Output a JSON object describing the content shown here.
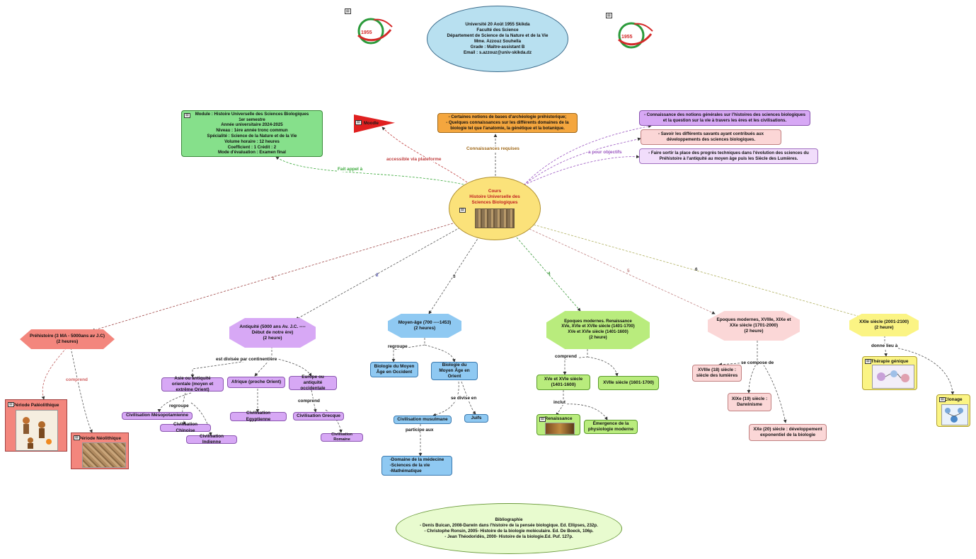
{
  "header": {
    "university": "Université 20 Août 1955 Skikda",
    "faculty": "Faculté des Science",
    "department": "Département de Science de la Nature et de la Vie",
    "teacher": "Mme. Azzouz Souhella",
    "grade": "Grade : Maître-assistant B",
    "email": "Email : s.azzouz@univ-skikda.dz",
    "logo_year": "1955"
  },
  "central": {
    "title": "Cours\nHistoire Universelle des Sciences Biologiques"
  },
  "module_box": "Module : Histoire Universelle des Sciences Biologiques\n1er semestre\nAnnée universitaire 2024-2025\nNiveau : 1ère année tronc commun\nSpécialité : Science de la Nature et de la Vie\nVolume horaire : 12 heures\nCoefficient : 1   Crédit : 2\nMode d'évaluation : Examen final",
  "moodle": "Moodle",
  "prereq": "- Certaines notions de bases d'archéologie préhistorique;\n- Quelques connaissances sur les différents domaines de la biologie tel que l'anatomie, la génétique et la botanique.",
  "objectives": [
    "- Connaissance des notions générales sur l'histoires des sciences biologiques et la question sur la vie à travers les ères et les civilisations.",
    "- Savoir les différents savants ayant contribués aux développements    des sciences biologiques.",
    "- Faire sortir la place des progrès techniques dans l'évolution des sciences du Préhistoire à l'antiquité au moyen âge puis les Siècle des Lumières."
  ],
  "link_labels": {
    "fait_appel": "Fait appel à",
    "accessible": "accessible via plateforme",
    "connaissances": "Connaissances requises",
    "objectifs": "a pour objectifs",
    "comprend": "comprend",
    "divisee": "est divisée par continent/ère",
    "regroupe": "regroupe",
    "comprend2": "comprend",
    "regroupe2": "regroupe",
    "divise_en": "se divise en",
    "participe": "participe aux",
    "comprend3": "comprend",
    "inclut": "inclut",
    "compose": "se compose de",
    "donne_lieu": "donne lieu à"
  },
  "branch_numbers": [
    "1",
    "2",
    "3",
    "4",
    "5",
    "6"
  ],
  "eras": {
    "prehistoire": "Préhistoire (3 MA - 5000ans av J.C)\n(2 heures)",
    "antiquite": "Antiquité (5000 ans Av. J.C. ---- Début  de notre ère)\n(2 heure)",
    "moyen_age": "Moyen-âge (700 ----1453)\n(2 heures)",
    "renaissance": "Epoques modernes. Renaissance\nXVe, XVIe et XVIIe siècle (1401-1700)\nXVe et XVIe siècle (1401-1600)\n(2 heure)",
    "modernes": "Epoques modernes, XVIIIe, XIXe et XXe siècle (1701-2000)\n(2 heure)",
    "xxie": "XXIe siècle (2001-2100)\n(2 heure)"
  },
  "prehistory_children": {
    "paleo": "Période Paléolithique",
    "neo": "Période Néolithique"
  },
  "antiquity_children": {
    "asie": "Asie ou antiquité orientale (moyen et extrême Orient)",
    "afrique": "Afrique (proche Orient)",
    "europe": "Europe ou antiquité occidentale",
    "meso": "Civilisation Mésopotamienne",
    "chinoise": "Civilisation Chinoise",
    "indienne": "Civilisation Indienne",
    "egypt": "Civilisation Egyptienne",
    "grecque": "Civilisation Grecque",
    "romaine": "Civilisation Romaine"
  },
  "middle_age_children": {
    "occident": "Biologie du Moyen Âge en Occident",
    "orient": "Biologie du Moyen Âge en Orient",
    "musulmane": "Civilisation musulmane",
    "juifs": "Juifs",
    "domaines": "-Domaine de la médecine\n-Sciences de la vie\n-Mathématique"
  },
  "renaissance_children": {
    "xv_xvi": "XVe et XVIe siècle (1401-1600)",
    "xvii": "XVIIe siècle (1601-1700)",
    "renaissance": "Renaissance",
    "physiologie": "Émergence de la physiologie moderne"
  },
  "modern_children": {
    "xviii": "XVIIIe (18) siècle : siècle des lumières",
    "xix": "XIXe (19) siècle : Darwinisme",
    "xx": "XXe (20) siècle : développement exponentiel de la biologie"
  },
  "xxi_children": {
    "therapie": "Thérapie génique",
    "clonage": "Clonage"
  },
  "bibliography": "Bibliographie\n- Denis Buican, 2008-Darwin dans l'histoire de la pensée biologique. Ed. Ellipses, 232p.\n- Christophe Ronsin, 2005- Histoire de la biologie moléculaire. Ed. De Boeck, 106p.\n- Jean Théodoridès, 2000- Histoire de la biologie.Ed. Puf. 127p.",
  "colors": {
    "module": "#86e08b",
    "moodle": "#e02020",
    "prereq": "#f4a63e",
    "obj1": "#d7a8f5",
    "obj2": "#fbd6d6",
    "obj3": "#f1ddfb",
    "central": "#fbe27a",
    "header": "#b8e0f0",
    "prehistoire": "#f3867d",
    "antiquite": "#d7a8f5",
    "moyen_age": "#8fc9f2",
    "renaissance": "#b9ec7d",
    "modernes": "#fbd7d7",
    "xxie": "#fbf484",
    "bibliography": "#e8fbcf"
  }
}
